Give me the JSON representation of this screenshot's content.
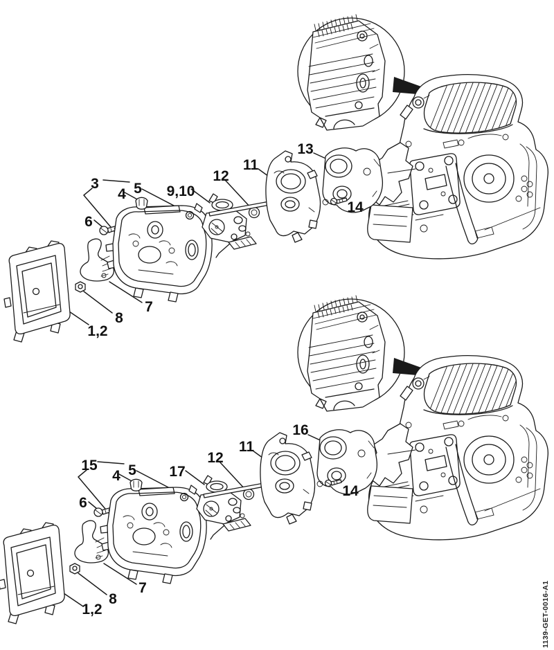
{
  "document": {
    "page_type": "Exploded parts diagram",
    "part_number": "1139-GET-0016-A1",
    "background_color": "#ffffff",
    "line_color": "#1a1a1a"
  },
  "views": [
    {
      "name": "assembly-view-top",
      "callouts": [
        "3",
        "4",
        "5",
        "9,10",
        "12",
        "11",
        "13",
        "14",
        "6",
        "7",
        "8",
        "1,2"
      ]
    },
    {
      "name": "assembly-view-bottom",
      "callouts": [
        "15",
        "4",
        "5",
        "17",
        "12",
        "11",
        "16",
        "14",
        "6",
        "7",
        "8",
        "1,2"
      ]
    }
  ]
}
